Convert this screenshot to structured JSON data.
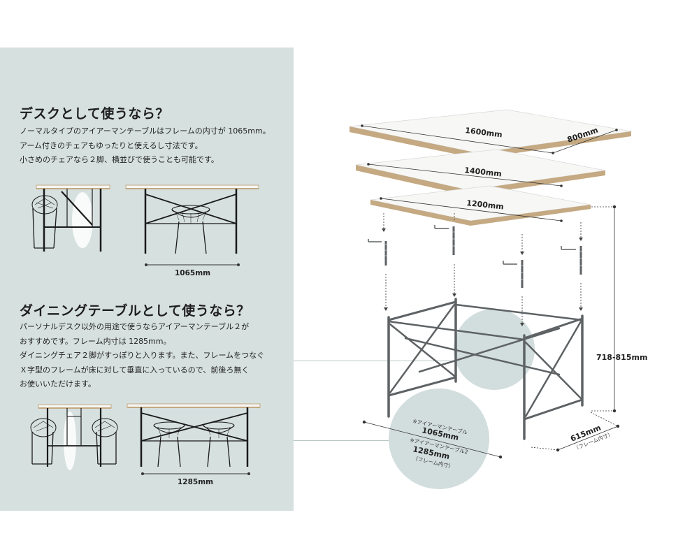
{
  "desk_section": {
    "heading": "デスクとして使うなら？",
    "lines": [
      "ノーマルタイプのアイアーマンテーブルはフレームの内寸が 1065mm。",
      "アーム付きのチェアもゆったりと使えるし寸法です。",
      "小さめのチェアなら２脚、横並びで使うことも可能です。"
    ],
    "dimension": "1065mm"
  },
  "dining_section": {
    "heading": "ダイニングテーブルとして使うなら？",
    "lines": [
      "パーソナルデスク以外の用途で使うならアイアーマンテーブル２が",
      "おすすめです。フレーム内寸は 1285mm。",
      "ダイニングチェア２脚がすっぽりと入ります。また、フレームをつなぐ",
      "Ｘ字型のフレームが床に対して垂直に入っているので、前後ろ無く",
      "お使いいただけます。"
    ],
    "dimension": "1285mm"
  },
  "exploded_view": {
    "top_1600": {
      "length": "1600mm",
      "depth": "800mm"
    },
    "top_1400": {
      "length": "1400mm"
    },
    "top_1200": {
      "length": "1200mm"
    },
    "height": "718-815mm",
    "frame_depth": "615mm",
    "frame_depth_note": "（フレーム内寸）",
    "frame_width_callout": {
      "model1_name": "※アイアーマンテーブル",
      "model1_value": "1065mm",
      "model2_name": "※アイアーマンテーブル2",
      "model2_value": "1285mm",
      "note": "（フレーム内寸）"
    }
  },
  "colors": {
    "panel_bg": "#d6e0df",
    "circle_fill": "#d2dedd",
    "frame_steel": "#5e6264",
    "frame_black": "#1a1a1a",
    "wood_edge": "#c4a982",
    "top_white": "#f7f7f5"
  }
}
